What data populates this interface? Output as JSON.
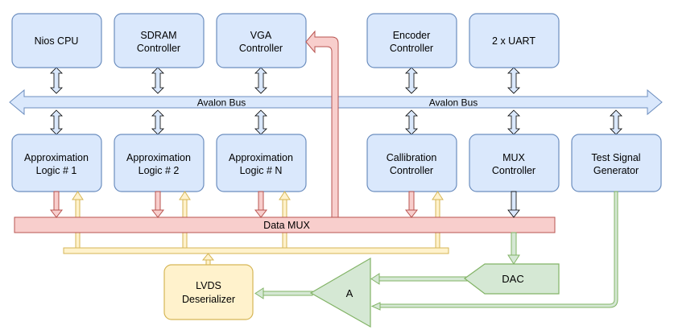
{
  "colors": {
    "block_fill": "#dae8fc",
    "block_stroke": "#6c8ebf",
    "mux_fill": "#f8cecc",
    "mux_stroke": "#b85450",
    "analog_fill": "#d5e8d4",
    "analog_stroke": "#82b366",
    "deser_fill": "#fff2cc",
    "deser_stroke": "#d6b656",
    "text": "#000000"
  },
  "blocks": {
    "nios_cpu": "Nios CPU",
    "sdram_l1": "SDRAM",
    "sdram_l2": "Controller",
    "vga_l1": "VGA",
    "vga_l2": "Controller",
    "encoder_l1": "Encoder",
    "encoder_l2": "Controller",
    "uart": "2 x UART",
    "approx1_l1": "Approximation",
    "approx1_l2": "Logic # 1",
    "approx2_l1": "Approximation",
    "approx2_l2": "Logic # 2",
    "approxn_l1": "Approximation",
    "approxn_l2": "Logic # N",
    "calib_l1": "Callibration",
    "calib_l2": "Controller",
    "muxctl_l1": "MUX",
    "muxctl_l2": "Controller",
    "testsig_l1": "Test Signal",
    "testsig_l2": "Generator"
  },
  "bus": {
    "label_left": "Avalon Bus",
    "label_right": "Avalon Bus"
  },
  "data_mux": "Data MUX",
  "dac": "DAC",
  "amplifier": "A",
  "lvds_l1": "LVDS",
  "lvds_l2": "Deserializer"
}
